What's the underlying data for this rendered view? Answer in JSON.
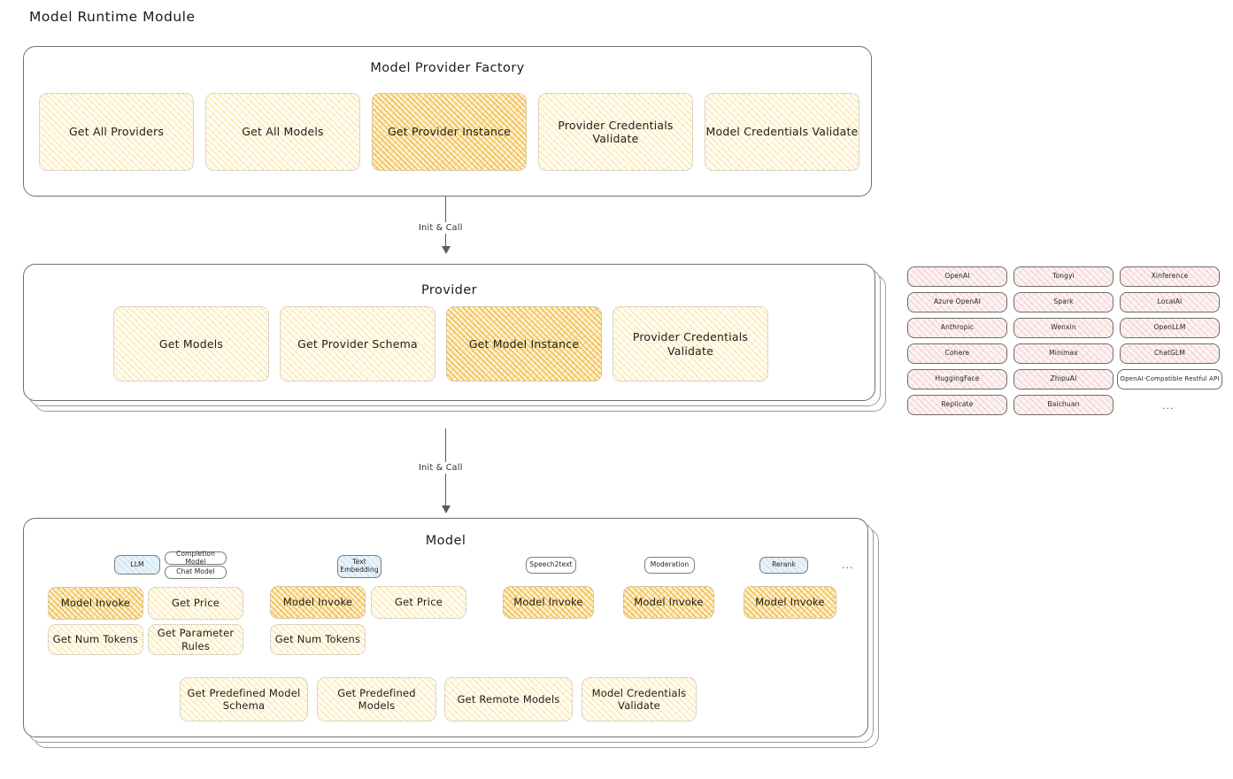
{
  "page": {
    "title": "Model Runtime Module"
  },
  "colors": {
    "highlight_fill": "#f0b430",
    "light_fill": "#f6ce6b",
    "provider_chip": "#e49696",
    "badge_blue": "#e8f3fb",
    "stroke": "#6f6f6f"
  },
  "factory": {
    "title": "Model Provider Factory",
    "nodes": [
      {
        "label": "Get All Providers",
        "highlighted": false
      },
      {
        "label": "Get All Models",
        "highlighted": false
      },
      {
        "label": "Get Provider Instance",
        "highlighted": true
      },
      {
        "label": "Provider Credentials Validate",
        "highlighted": false
      },
      {
        "label": "Model Credentials Validate",
        "highlighted": false
      }
    ]
  },
  "arrows": [
    {
      "label": "Init & Call"
    },
    {
      "label": "Init & Call"
    }
  ],
  "provider": {
    "title": "Provider",
    "nodes": [
      {
        "label": "Get Models",
        "highlighted": false
      },
      {
        "label": "Get Provider Schema",
        "highlighted": false
      },
      {
        "label": "Get Model Instance",
        "highlighted": true
      },
      {
        "label": "Provider Credentials Validate",
        "highlighted": false
      }
    ]
  },
  "provider_list": {
    "columns": [
      {
        "items": [
          "OpenAI",
          "Azure OpenAI",
          "Anthropic",
          "Cohere",
          "HuggingFace",
          "Replicate"
        ]
      },
      {
        "items": [
          "Tongyi",
          "Spark",
          "Wenxin",
          "Minimax",
          "ZhipuAI",
          "Baichuan"
        ]
      },
      {
        "items": [
          "Xinference",
          "LocalAI",
          "OpenLLM",
          "ChatGLM",
          "OpenAI-Compatible Restful API"
        ]
      }
    ],
    "more": "..."
  },
  "model": {
    "title": "Model",
    "more_badge": "...",
    "types": [
      {
        "badge": "LLM",
        "badge_blue": true,
        "sub_badges": [
          "Completion Model",
          "Chat Model"
        ],
        "ops": [
          {
            "label": "Model Invoke",
            "highlighted": true
          },
          {
            "label": "Get Price",
            "highlighted": false
          },
          {
            "label": "Get Num Tokens",
            "highlighted": false
          },
          {
            "label": "Get Parameter Rules",
            "highlighted": false
          }
        ]
      },
      {
        "badge": "Text Embedding",
        "badge_blue": true,
        "sub_badges": [],
        "ops": [
          {
            "label": "Model Invoke",
            "highlighted": true
          },
          {
            "label": "Get Price",
            "highlighted": false
          },
          {
            "label": "Get Num Tokens",
            "highlighted": false
          }
        ]
      },
      {
        "badge": "Speech2text",
        "badge_blue": false,
        "sub_badges": [],
        "ops": [
          {
            "label": "Model Invoke",
            "highlighted": true
          }
        ]
      },
      {
        "badge": "Moderation",
        "badge_blue": false,
        "sub_badges": [],
        "ops": [
          {
            "label": "Model Invoke",
            "highlighted": true
          }
        ]
      },
      {
        "badge": "Rerank",
        "badge_blue": true,
        "sub_badges": [],
        "ops": [
          {
            "label": "Model Invoke",
            "highlighted": true
          }
        ]
      }
    ],
    "common_ops": [
      "Get Predefined Model Schema",
      "Get Predefined Models",
      "Get Remote Models",
      "Model Credentials Validate"
    ]
  }
}
